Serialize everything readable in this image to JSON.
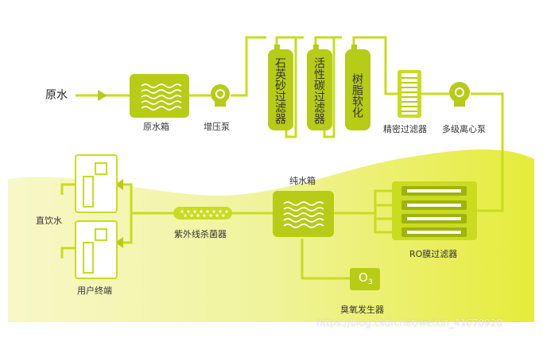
{
  "labels": {
    "raw_water": "原水",
    "raw_water_tank": "原水箱",
    "booster_pump": "增压泵",
    "quartz_filter": "石英砂过滤器",
    "carbon_filter": "活性碳过滤器",
    "resin_softener": "树脂软化",
    "precision_filter": "精密过滤器",
    "multistage_pump": "多级离心泵",
    "pure_water_tank": "纯水箱",
    "ro_filter": "RO膜过滤器",
    "uv_sterilizer": "紫外线杀菌器",
    "ozone_generator": "臭氧发生器",
    "ozone_symbol": "O",
    "ozone_subscript": "3",
    "direct_drink": "直饮水",
    "user_terminal": "用户终端"
  },
  "watermark": "https://blog.csdn.net/weixin_41670928",
  "colors": {
    "pipe": "#c9dc1f",
    "equipment": "#b7cc16",
    "background_wave": "#eef27a",
    "text": "#333333"
  }
}
